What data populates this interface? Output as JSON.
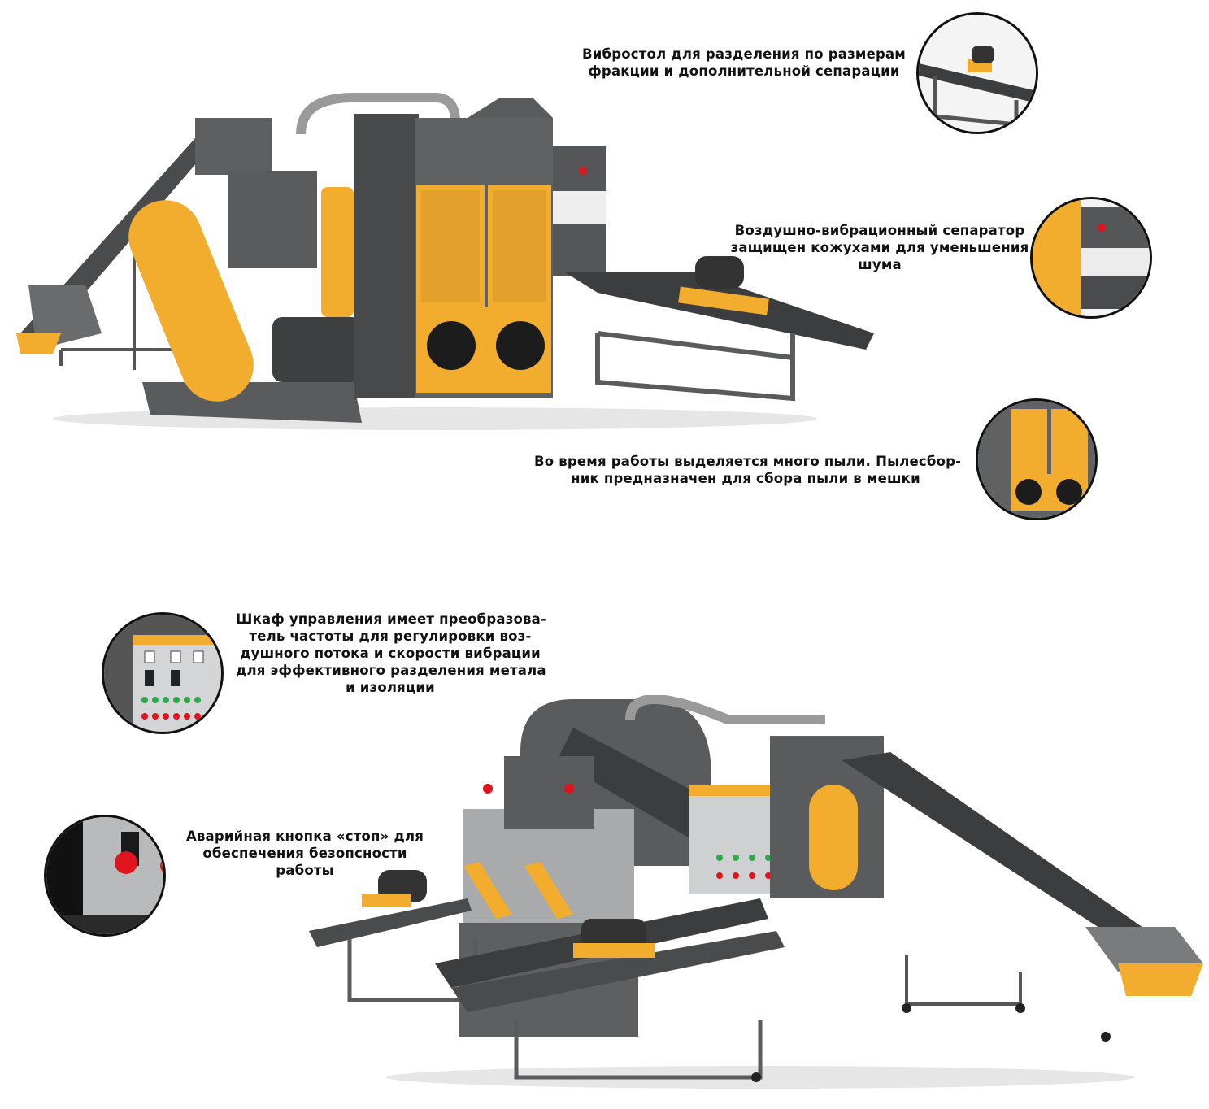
{
  "captions": {
    "vibrotable": [
      "Вибростол для разделения по размерам",
      "фракции и дополнительной сепарации"
    ],
    "air_separator": [
      "Воздушно-вибрационный сепаратор",
      "защищен кожухами для уменьшения",
      "шума"
    ],
    "dust_collector": [
      "Во время работы выделяется много пыли. Пылесбор-",
      "ник предназначен для сбора пыли в мешки"
    ],
    "control_cabinet": [
      "Шкаф управления имеет преобразова-",
      "тель частоты для регулировки воз-",
      "душного потока и скорости вибрации",
      "для эффективного разделения метала",
      "и изоляции"
    ],
    "emergency_stop": [
      "Аварийная кнопка «стоп» для",
      "обеспечения безопсности",
      "работы"
    ]
  },
  "colors": {
    "machine_gray": "#5e5f61",
    "machine_dark": "#3c3d3f",
    "accent_yellow": "#f2ac2e",
    "stop_red": "#e0141c"
  }
}
